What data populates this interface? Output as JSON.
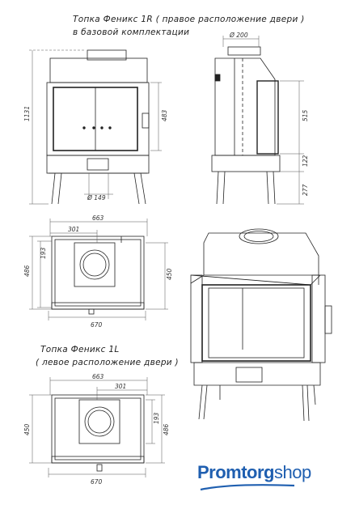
{
  "captions": {
    "top_line1": "Топка Феникс 1R ( правое расположение двери )",
    "top_line2": "в базовой комплектации",
    "mid_line1": "Топка Феникс 1L",
    "mid_line2": "( левое расположение двери )"
  },
  "dimensions": {
    "d200": "Ø 200",
    "d149": "Ø 149",
    "h1131": "1131",
    "h483": "483",
    "h515": "515",
    "h122": "122",
    "h277": "277",
    "w663_top": "663",
    "w301_top": "301",
    "d193_top": "193",
    "d486_top": "486",
    "d450_top": "450",
    "w670_top": "670",
    "w663_bot": "663",
    "w301_bot": "301",
    "d193_bot": "193",
    "d450_bot": "450",
    "d486_bot": "486",
    "w670_bot": "670"
  },
  "logo": {
    "brand_bold": "Promtorg",
    "brand_regular": "shop",
    "color": "#1f5fb0"
  }
}
